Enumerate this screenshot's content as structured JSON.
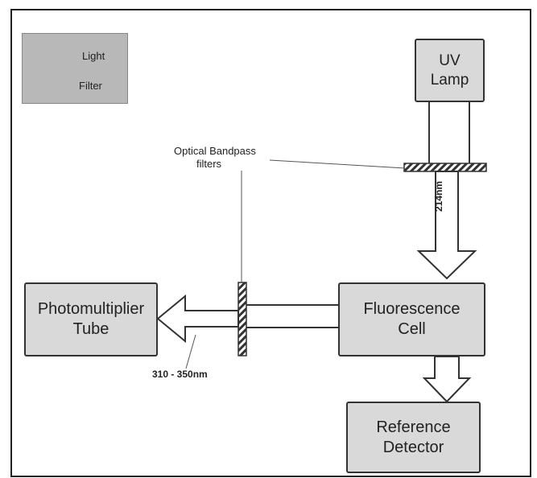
{
  "legend": {
    "light_label": "Light",
    "filter_label": "Filter"
  },
  "blocks": {
    "uv_lamp": [
      "UV",
      "Lamp"
    ],
    "fluorescence_cell": [
      "Fluorescence",
      "Cell"
    ],
    "photomultiplier_tube": [
      "Photomultiplier",
      "Tube"
    ],
    "reference_detector": [
      "Reference",
      "Detector"
    ]
  },
  "labels": {
    "optical_filters_line1": "Optical Bandpass",
    "optical_filters_line2": "filters",
    "excitation_wavelength": "214nm",
    "emission_wavelength": "310 - 350nm"
  }
}
